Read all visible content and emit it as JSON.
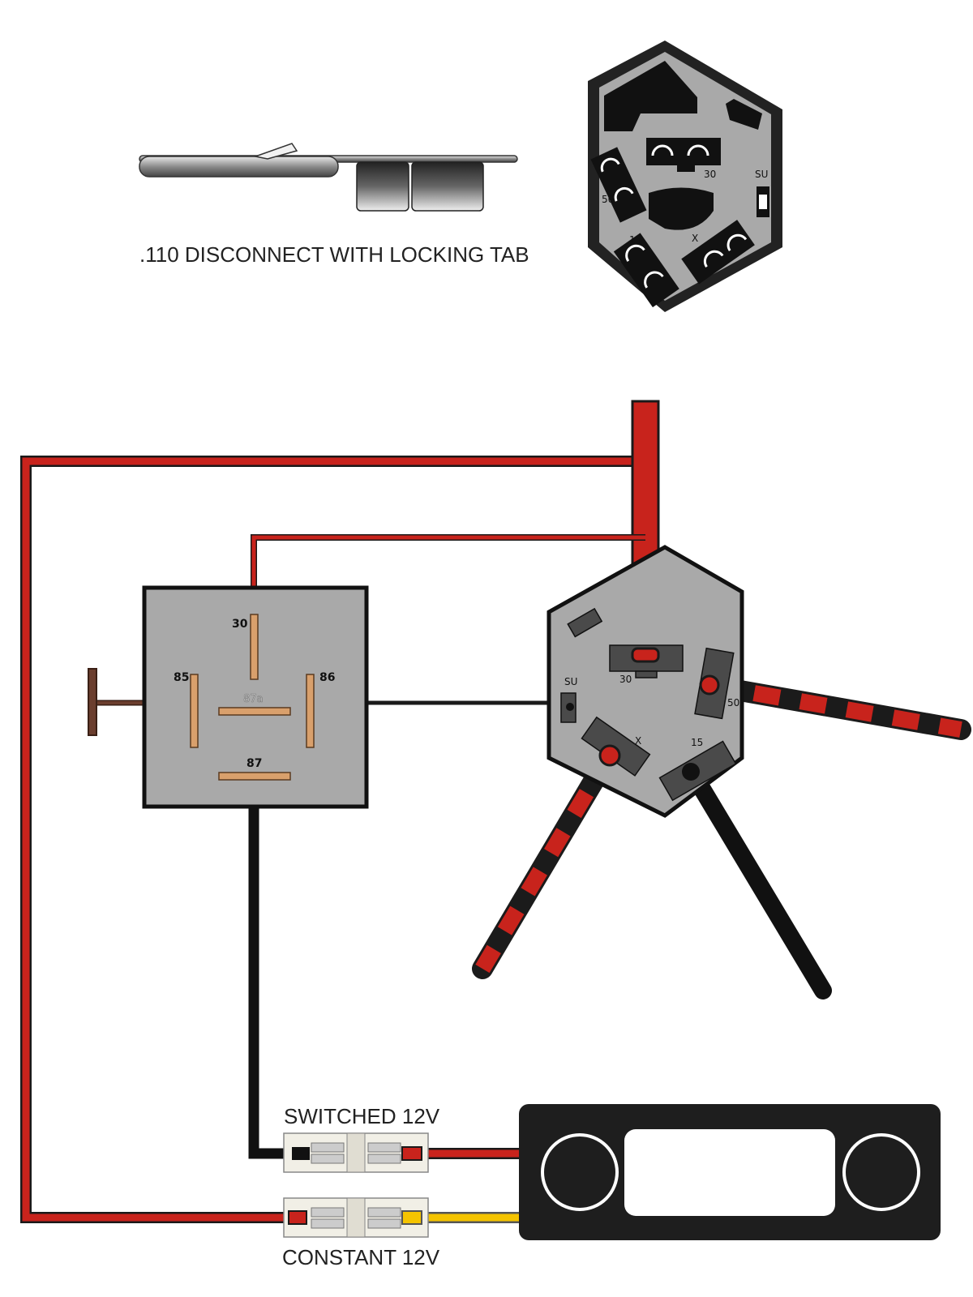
{
  "top": {
    "connector_caption": ".110 DISCONNECT WITH LOCKING TAB",
    "socket_pins": [
      "30",
      "50",
      "SU",
      "15",
      "X"
    ]
  },
  "relay": {
    "pins": {
      "p30": "30",
      "p85": "85",
      "p86": "86",
      "p87": "87",
      "p87a": "87a"
    }
  },
  "ignition": {
    "pins": {
      "p30": "30",
      "p50": "50",
      "pSU": "SU",
      "pX": "X",
      "p15": "15"
    }
  },
  "fuses": {
    "switched_label": "SWITCHED 12V",
    "constant_label": "CONSTANT 12V"
  },
  "colors": {
    "red_wire": "#c8231c",
    "black_wire": "#1b1b1b",
    "yellow_wire": "#f5c400",
    "brown_wire": "#6b3e2e",
    "relay_pin": "#d9a06c",
    "housing_gray": "#a9a9a9",
    "radio_body": "#1e1e1e"
  }
}
